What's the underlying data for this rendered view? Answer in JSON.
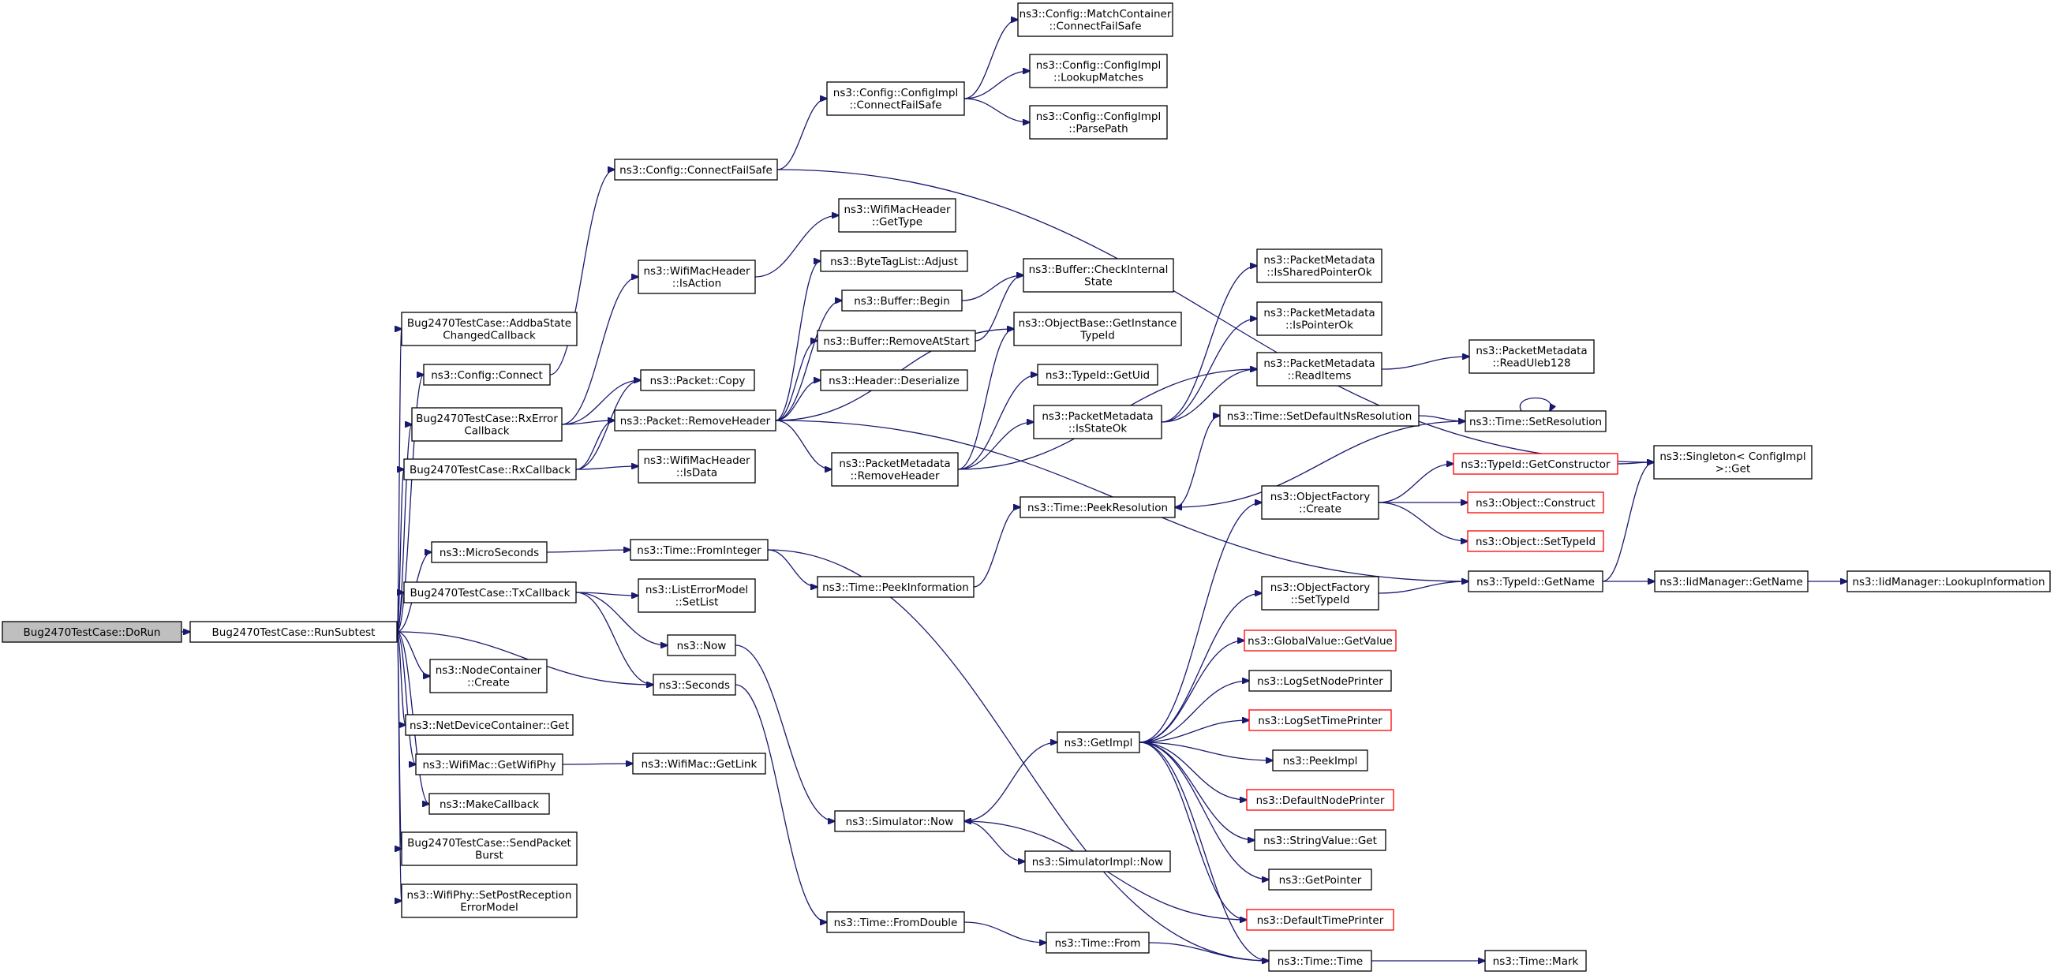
{
  "colors": {
    "edge": "#191970",
    "node_border": "#000000",
    "node_border_truncated": "#ff0000",
    "root_fill": "#bfbfbf",
    "node_fill": "#ffffff"
  },
  "nodes": [
    {
      "id": "doRun",
      "label": [
        "Bug2470TestCase::DoRun"
      ],
      "style": "root"
    },
    {
      "id": "runSubtest",
      "label": [
        "Bug2470TestCase::RunSubtest"
      ]
    },
    {
      "id": "addba",
      "label": [
        "Bug2470TestCase::AddbaState",
        "ChangedCallback"
      ]
    },
    {
      "id": "cfgConnect",
      "label": [
        "ns3::Config::Connect"
      ]
    },
    {
      "id": "rxError",
      "label": [
        "Bug2470TestCase::RxError",
        "Callback"
      ]
    },
    {
      "id": "rxCallback",
      "label": [
        "Bug2470TestCase::RxCallback"
      ]
    },
    {
      "id": "microSeconds",
      "label": [
        "ns3::MicroSeconds"
      ]
    },
    {
      "id": "txCallback",
      "label": [
        "Bug2470TestCase::TxCallback"
      ]
    },
    {
      "id": "nodeCreate",
      "label": [
        "ns3::NodeContainer",
        "::Create"
      ]
    },
    {
      "id": "ndcGet",
      "label": [
        "ns3::NetDeviceContainer::Get"
      ]
    },
    {
      "id": "getWifiPhy",
      "label": [
        "ns3::WifiMac::GetWifiPhy"
      ]
    },
    {
      "id": "makeCallback",
      "label": [
        "ns3::MakeCallback"
      ]
    },
    {
      "id": "sendBurst",
      "label": [
        "Bug2470TestCase::SendPacket",
        "Burst"
      ]
    },
    {
      "id": "setPostRx",
      "label": [
        "ns3::WifiPhy::SetPostReception",
        "ErrorModel"
      ]
    },
    {
      "id": "connectFailSafe",
      "label": [
        "ns3::Config::ConnectFailSafe"
      ]
    },
    {
      "id": "isAction",
      "label": [
        "ns3::WifiMacHeader",
        "::IsAction"
      ]
    },
    {
      "id": "pktCopy",
      "label": [
        "ns3::Packet::Copy"
      ]
    },
    {
      "id": "removeHeader",
      "label": [
        "ns3::Packet::RemoveHeader"
      ]
    },
    {
      "id": "isData",
      "label": [
        "ns3::WifiMacHeader",
        "::IsData"
      ]
    },
    {
      "id": "fromInteger",
      "label": [
        "ns3::Time::FromInteger"
      ]
    },
    {
      "id": "setList",
      "label": [
        "ns3::ListErrorModel",
        "::SetList"
      ]
    },
    {
      "id": "now",
      "label": [
        "ns3::Now"
      ]
    },
    {
      "id": "seconds",
      "label": [
        "ns3::Seconds"
      ]
    },
    {
      "id": "getLink",
      "label": [
        "ns3::WifiMac::GetLink"
      ]
    },
    {
      "id": "cfgImplCFS",
      "label": [
        "ns3::Config::ConfigImpl",
        "::ConnectFailSafe"
      ]
    },
    {
      "id": "mcCFS",
      "label": [
        "ns3::Config::MatchContainer",
        "::ConnectFailSafe"
      ]
    },
    {
      "id": "lookupMatches",
      "label": [
        "ns3::Config::ConfigImpl",
        "::LookupMatches"
      ]
    },
    {
      "id": "parsePath",
      "label": [
        "ns3::Config::ConfigImpl",
        "::ParsePath"
      ]
    },
    {
      "id": "getType",
      "label": [
        "ns3::WifiMacHeader",
        "::GetType"
      ]
    },
    {
      "id": "btlAdjust",
      "label": [
        "ns3::ByteTagList::Adjust"
      ]
    },
    {
      "id": "bufBegin",
      "label": [
        "ns3::Buffer::Begin"
      ]
    },
    {
      "id": "bufRemoveAtStart",
      "label": [
        "ns3::Buffer::RemoveAtStart"
      ]
    },
    {
      "id": "hdrDeserialize",
      "label": [
        "ns3::Header::Deserialize"
      ]
    },
    {
      "id": "pmRemoveHeader",
      "label": [
        "ns3::PacketMetadata",
        "::RemoveHeader"
      ]
    },
    {
      "id": "peekInformation",
      "label": [
        "ns3::Time::PeekInformation"
      ]
    },
    {
      "id": "simNow",
      "label": [
        "ns3::Simulator::Now"
      ]
    },
    {
      "id": "fromDouble",
      "label": [
        "ns3::Time::FromDouble"
      ]
    },
    {
      "id": "bufCheckState",
      "label": [
        "ns3::Buffer::CheckInternal",
        "State"
      ]
    },
    {
      "id": "getInstanceTypeId",
      "label": [
        "ns3::ObjectBase::GetInstance",
        "TypeId"
      ]
    },
    {
      "id": "getUid",
      "label": [
        "ns3::TypeId::GetUid"
      ]
    },
    {
      "id": "isStateOk",
      "label": [
        "ns3::PacketMetadata",
        "::IsStateOk"
      ]
    },
    {
      "id": "peekResolution",
      "label": [
        "ns3::Time::PeekResolution"
      ]
    },
    {
      "id": "getImpl",
      "label": [
        "ns3::GetImpl"
      ]
    },
    {
      "id": "simImplNow",
      "label": [
        "ns3::SimulatorImpl::Now"
      ]
    },
    {
      "id": "timeFrom",
      "label": [
        "ns3::Time::From"
      ]
    },
    {
      "id": "isSharedPtrOk",
      "label": [
        "ns3::PacketMetadata",
        "::IsSharedPointerOk"
      ]
    },
    {
      "id": "isPointerOk",
      "label": [
        "ns3::PacketMetadata",
        "::IsPointerOk"
      ]
    },
    {
      "id": "readItems",
      "label": [
        "ns3::PacketMetadata",
        "::ReadItems"
      ]
    },
    {
      "id": "setDefaultNsRes",
      "label": [
        "ns3::Time::SetDefaultNsResolution"
      ]
    },
    {
      "id": "ofCreate",
      "label": [
        "ns3::ObjectFactory",
        "::Create"
      ]
    },
    {
      "id": "ofSetTypeId",
      "label": [
        "ns3::ObjectFactory",
        "::SetTypeId"
      ]
    },
    {
      "id": "gvGetValue",
      "label": [
        "ns3::GlobalValue::GetValue"
      ],
      "style": "truncated"
    },
    {
      "id": "logSetNodePrinter",
      "label": [
        "ns3::LogSetNodePrinter"
      ]
    },
    {
      "id": "logSetTimePrinter",
      "label": [
        "ns3::LogSetTimePrinter"
      ],
      "style": "truncated"
    },
    {
      "id": "peekImpl",
      "label": [
        "ns3::PeekImpl"
      ]
    },
    {
      "id": "defaultNodePrinter",
      "label": [
        "ns3::DefaultNodePrinter"
      ],
      "style": "truncated"
    },
    {
      "id": "strValueGet",
      "label": [
        "ns3::StringValue::Get"
      ]
    },
    {
      "id": "getPointer",
      "label": [
        "ns3::GetPointer"
      ]
    },
    {
      "id": "defaultTimePrinter",
      "label": [
        "ns3::DefaultTimePrinter"
      ],
      "style": "truncated"
    },
    {
      "id": "timeTime",
      "label": [
        "ns3::Time::Time"
      ]
    },
    {
      "id": "readUleb",
      "label": [
        "ns3::PacketMetadata",
        "::ReadUleb128"
      ]
    },
    {
      "id": "setResolution",
      "label": [
        "ns3::Time::SetResolution"
      ]
    },
    {
      "id": "getConstructor",
      "label": [
        "ns3::TypeId::GetConstructor"
      ],
      "style": "truncated"
    },
    {
      "id": "objConstruct",
      "label": [
        "ns3::Object::Construct"
      ],
      "style": "truncated"
    },
    {
      "id": "objSetTypeId",
      "label": [
        "ns3::Object::SetTypeId"
      ],
      "style": "truncated"
    },
    {
      "id": "tidGetName",
      "label": [
        "ns3::TypeId::GetName"
      ]
    },
    {
      "id": "timeMark",
      "label": [
        "ns3::Time::Mark"
      ]
    },
    {
      "id": "singletonGet",
      "label": [
        "ns3::Singleton< ConfigImpl",
        " >::Get"
      ]
    },
    {
      "id": "iidGetName",
      "label": [
        "ns3::IidManager::GetName"
      ]
    },
    {
      "id": "iidLookup",
      "label": [
        "ns3::IidManager::LookupInformation"
      ]
    }
  ],
  "edges": [
    [
      "doRun",
      "runSubtest"
    ],
    [
      "runSubtest",
      "addba"
    ],
    [
      "runSubtest",
      "cfgConnect"
    ],
    [
      "runSubtest",
      "rxError"
    ],
    [
      "runSubtest",
      "rxCallback"
    ],
    [
      "runSubtest",
      "microSeconds"
    ],
    [
      "runSubtest",
      "txCallback"
    ],
    [
      "runSubtest",
      "seconds"
    ],
    [
      "runSubtest",
      "nodeCreate"
    ],
    [
      "runSubtest",
      "ndcGet"
    ],
    [
      "runSubtest",
      "getWifiPhy"
    ],
    [
      "runSubtest",
      "makeCallback"
    ],
    [
      "runSubtest",
      "sendBurst"
    ],
    [
      "runSubtest",
      "setPostRx"
    ],
    [
      "cfgConnect",
      "connectFailSafe"
    ],
    [
      "connectFailSafe",
      "cfgImplCFS"
    ],
    [
      "connectFailSafe",
      "singletonGet"
    ],
    [
      "cfgImplCFS",
      "mcCFS"
    ],
    [
      "cfgImplCFS",
      "lookupMatches"
    ],
    [
      "cfgImplCFS",
      "parsePath"
    ],
    [
      "rxError",
      "isAction"
    ],
    [
      "rxError",
      "pktCopy"
    ],
    [
      "rxError",
      "removeHeader"
    ],
    [
      "isAction",
      "getType"
    ],
    [
      "rxCallback",
      "pktCopy"
    ],
    [
      "rxCallback",
      "removeHeader"
    ],
    [
      "rxCallback",
      "isData"
    ],
    [
      "removeHeader",
      "btlAdjust"
    ],
    [
      "removeHeader",
      "bufBegin"
    ],
    [
      "removeHeader",
      "bufRemoveAtStart"
    ],
    [
      "removeHeader",
      "hdrDeserialize"
    ],
    [
      "removeHeader",
      "getInstanceTypeId"
    ],
    [
      "removeHeader",
      "pmRemoveHeader"
    ],
    [
      "removeHeader",
      "tidGetName"
    ],
    [
      "bufBegin",
      "bufCheckState"
    ],
    [
      "bufRemoveAtStart",
      "bufCheckState"
    ],
    [
      "pmRemoveHeader",
      "getInstanceTypeId"
    ],
    [
      "pmRemoveHeader",
      "getUid"
    ],
    [
      "pmRemoveHeader",
      "isStateOk"
    ],
    [
      "pmRemoveHeader",
      "readItems"
    ],
    [
      "isStateOk",
      "isSharedPtrOk"
    ],
    [
      "isStateOk",
      "isPointerOk"
    ],
    [
      "isStateOk",
      "readItems"
    ],
    [
      "readItems",
      "readUleb"
    ],
    [
      "microSeconds",
      "fromInteger"
    ],
    [
      "fromInteger",
      "peekInformation"
    ],
    [
      "fromInteger",
      "timeTime"
    ],
    [
      "peekInformation",
      "peekResolution"
    ],
    [
      "peekResolution",
      "setDefaultNsRes"
    ],
    [
      "setDefaultNsRes",
      "setResolution"
    ],
    [
      "setResolution",
      "setResolution"
    ],
    [
      "setResolution",
      "peekResolution"
    ],
    [
      "txCallback",
      "setList"
    ],
    [
      "txCallback",
      "now"
    ],
    [
      "txCallback",
      "seconds"
    ],
    [
      "now",
      "simNow"
    ],
    [
      "seconds",
      "fromDouble"
    ],
    [
      "getWifiPhy",
      "getLink"
    ],
    [
      "simNow",
      "getImpl"
    ],
    [
      "simNow",
      "simImplNow"
    ],
    [
      "fromDouble",
      "timeFrom"
    ],
    [
      "timeFrom",
      "timeTime"
    ],
    [
      "getImpl",
      "ofCreate"
    ],
    [
      "getImpl",
      "ofSetTypeId"
    ],
    [
      "getImpl",
      "gvGetValue"
    ],
    [
      "getImpl",
      "logSetNodePrinter"
    ],
    [
      "getImpl",
      "logSetTimePrinter"
    ],
    [
      "getImpl",
      "peekImpl"
    ],
    [
      "getImpl",
      "defaultNodePrinter"
    ],
    [
      "getImpl",
      "strValueGet"
    ],
    [
      "getImpl",
      "getPointer"
    ],
    [
      "getImpl",
      "defaultTimePrinter"
    ],
    [
      "getImpl",
      "timeTime"
    ],
    [
      "defaultTimePrinter",
      "simNow"
    ],
    [
      "timeTime",
      "timeMark"
    ],
    [
      "ofCreate",
      "getConstructor"
    ],
    [
      "ofCreate",
      "objConstruct"
    ],
    [
      "ofCreate",
      "objSetTypeId"
    ],
    [
      "ofSetTypeId",
      "tidGetName"
    ],
    [
      "getConstructor",
      "singletonGet"
    ],
    [
      "tidGetName",
      "singletonGet"
    ],
    [
      "tidGetName",
      "iidGetName"
    ],
    [
      "iidGetName",
      "iidLookup"
    ]
  ]
}
